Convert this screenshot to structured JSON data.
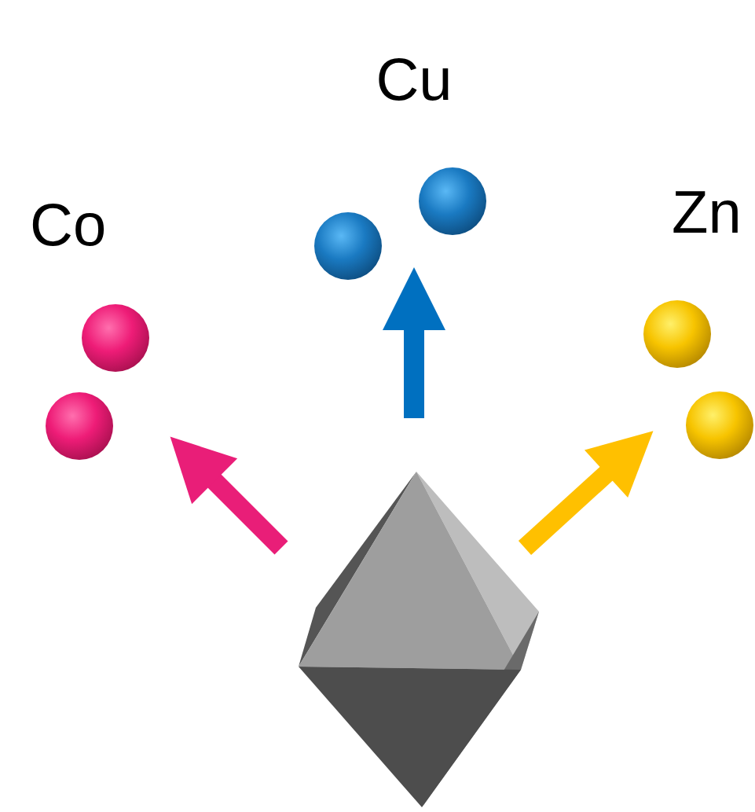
{
  "diagram": {
    "labels": [
      "Cu",
      "Co",
      "Zn"
    ]
  }
}
